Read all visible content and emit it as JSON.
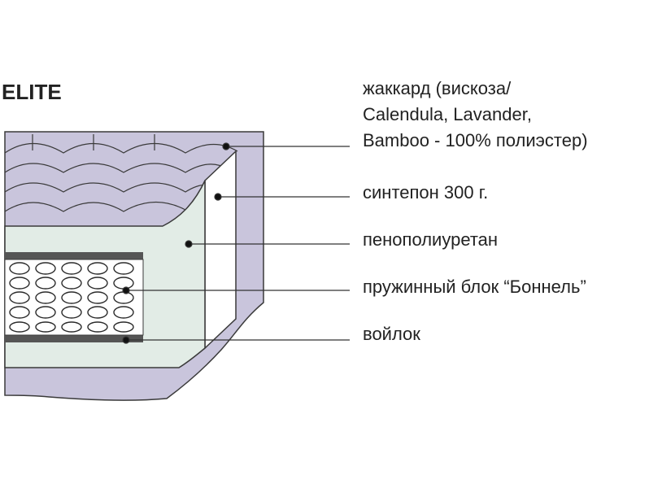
{
  "title": "ELITE",
  "labels": {
    "jacquard_line1": "жаккард (вискоза/",
    "jacquard_line2": "Calendula, Lavander,",
    "jacquard_line3": "Bamboo - 100% полиэстер)",
    "sintepon": "синтепон 300 г.",
    "ppu": "пенополиуретан",
    "spring_block": "пружинный блок “Боннель”",
    "felt": "войлок"
  },
  "colors": {
    "cover": "#c9c5dc",
    "cover_stroke": "#3a3a3a",
    "foam": "#e2ece6",
    "felt": "#555555",
    "spring_bg": "#ffffff",
    "leader": "#333333"
  }
}
